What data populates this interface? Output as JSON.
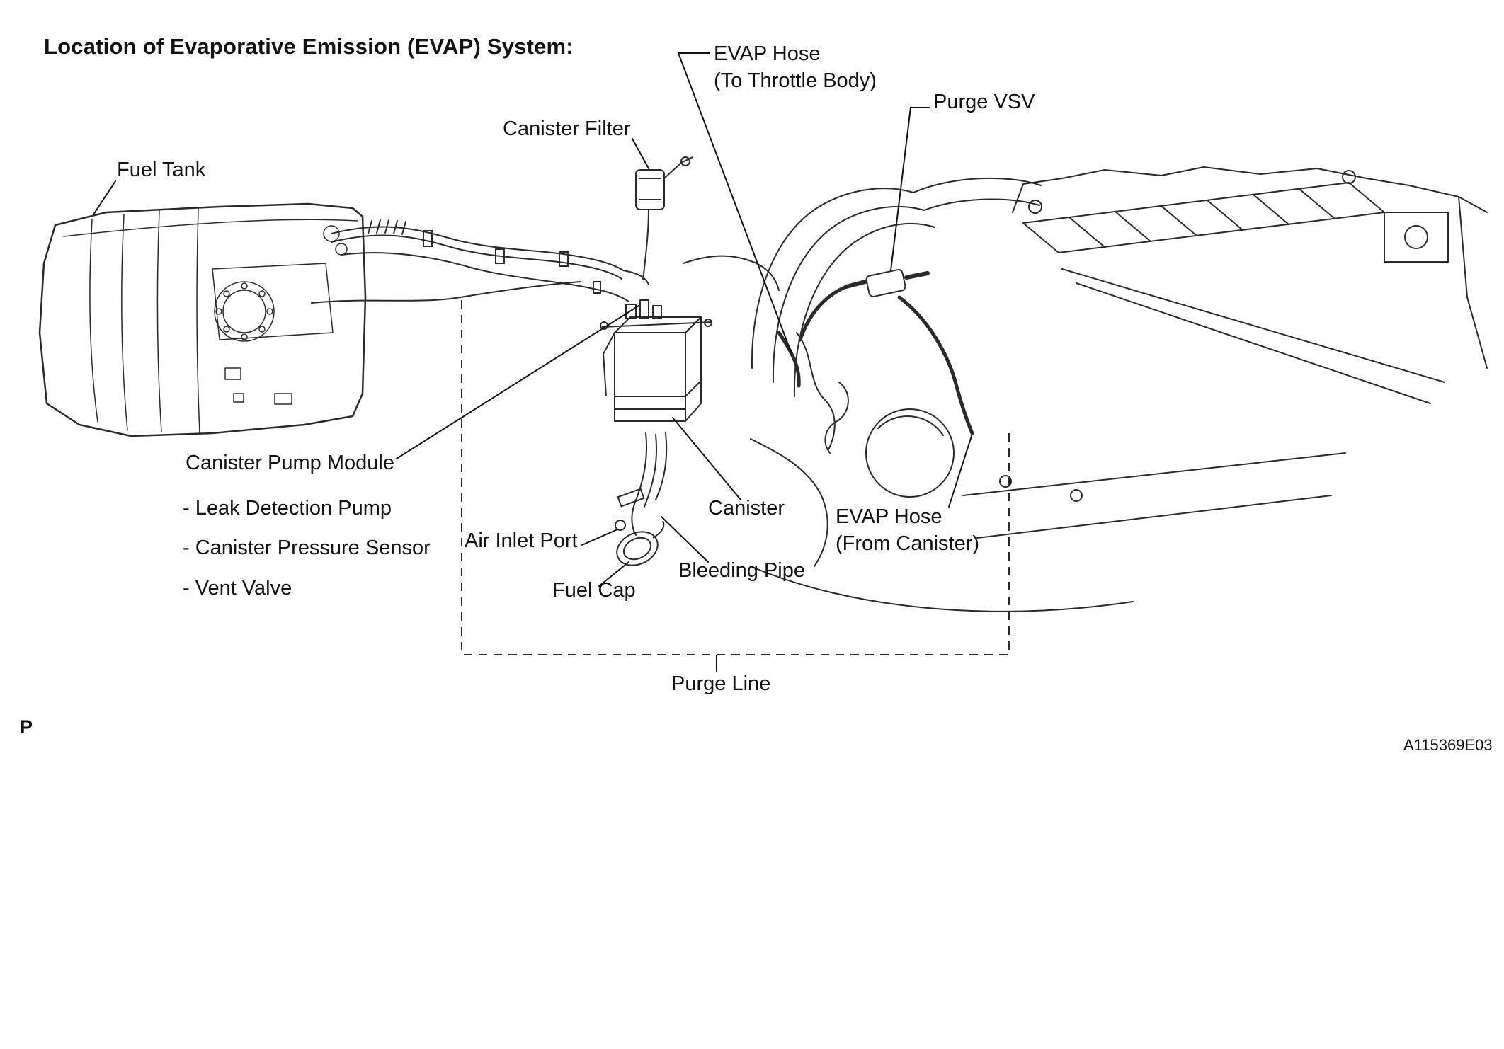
{
  "page": {
    "background": "#ffffff",
    "line_color": "#2a2a2a",
    "text_color": "#111111",
    "code": "A115369E03",
    "page_marker": "P"
  },
  "title": "Location of Evaporative Emission (EVAP) System:",
  "labels": {
    "fuel_tank": "Fuel Tank",
    "canister_filter": "Canister Filter",
    "evap_hose_to_throttle": "EVAP Hose\n(To Throttle Body)",
    "purge_vsv": "Purge VSV",
    "canister_pump_module": "Canister Pump Module",
    "pump_module_items": [
      "- Leak Detection Pump",
      "- Canister Pressure Sensor",
      "- Vent Valve"
    ],
    "air_inlet_port": "Air Inlet Port",
    "fuel_cap": "Fuel Cap",
    "bleeding_pipe": "Bleeding Pipe",
    "canister": "Canister",
    "evap_hose_from_canister": "EVAP Hose\n(From Canister)",
    "purge_line": "Purge Line"
  }
}
